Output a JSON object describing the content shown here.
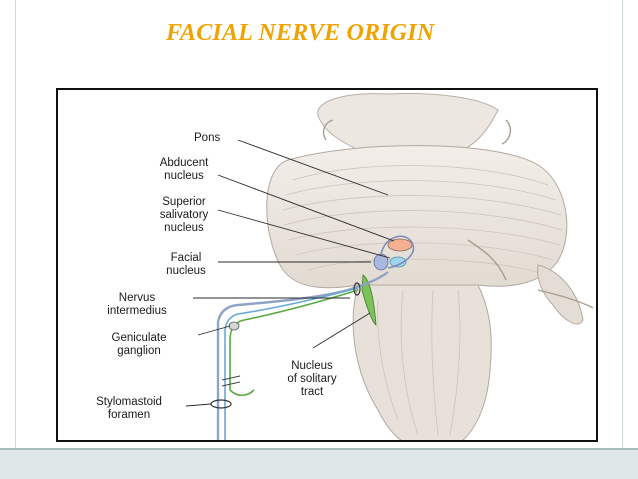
{
  "title": "FACIAL NERVE ORIGIN",
  "figure": {
    "labels": {
      "pons": "Pons",
      "abducent_line1": "Abducent",
      "abducent_line2": "nucleus",
      "superior_line1": "Superior",
      "superior_line2": "salivatory",
      "superior_line3": "nucleus",
      "facial_line1": "Facial",
      "facial_line2": "nucleus",
      "nervus_line1": "Nervus",
      "nervus_line2": "intermedius",
      "geniculate_line1": "Geniculate",
      "geniculate_line2": "ganglion",
      "stylomastoid_line1": "Stylomastoid",
      "stylomastoid_line2": "foramen",
      "solitary_line1": "Nucleus",
      "solitary_line2": "of solitary",
      "solitary_line3": "tract"
    },
    "colors": {
      "title": "#f0a300",
      "brainstem": "#ece7e1",
      "brainstem_shade": "#c9c0b6",
      "abducent": "#f4b090",
      "superior_salivatory": "#9fd6ee",
      "facial_nucleus": "#a9b8de",
      "solitary_tract": "#7cc25a",
      "nerve_blue": "#6aa9d6",
      "nerve_green": "#5aa83f"
    }
  }
}
